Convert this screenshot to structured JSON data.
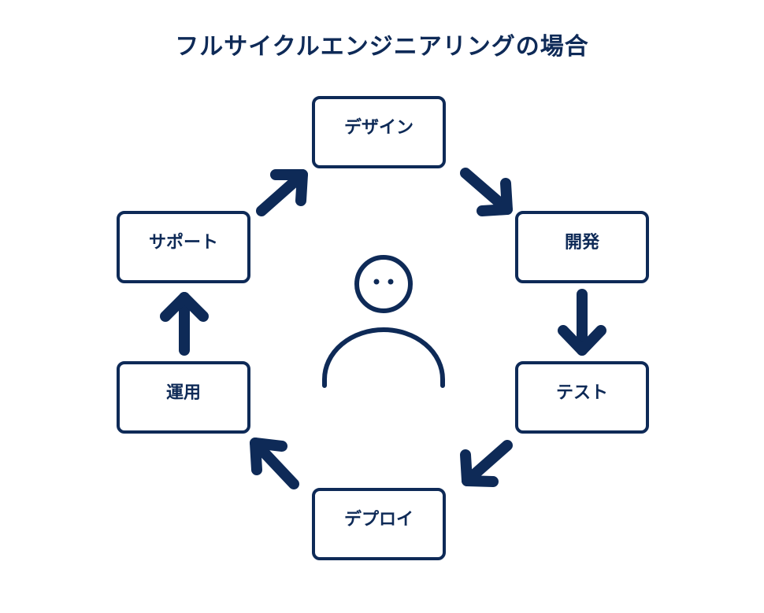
{
  "title": "フルサイクルエンジニアリングの場合",
  "colors": {
    "primary": "#0e2a57",
    "background": "#ffffff"
  },
  "cycle": {
    "steps": [
      {
        "id": "design",
        "label": "デザイン"
      },
      {
        "id": "development",
        "label": "開発"
      },
      {
        "id": "test",
        "label": "テスト"
      },
      {
        "id": "deploy",
        "label": "デプロイ"
      },
      {
        "id": "operations",
        "label": "運用"
      },
      {
        "id": "support",
        "label": "サポート"
      }
    ],
    "center_icon": "person-icon"
  }
}
